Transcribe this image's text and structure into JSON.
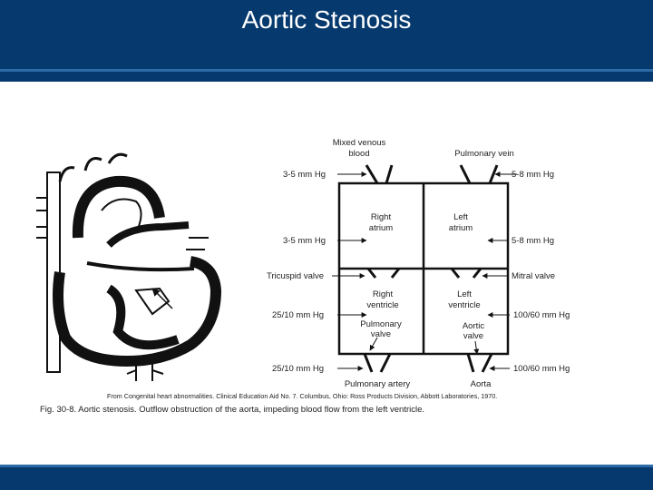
{
  "slide": {
    "title": "Aortic Stenosis"
  },
  "diagram": {
    "labels": {
      "mixed_venous_line1": "Mixed venous",
      "mixed_venous_line2": "blood",
      "pulmonary_vein": "Pulmonary vein",
      "pressure_top_left": "3-5 mm Hg",
      "pressure_top_right": "5-8 mm Hg",
      "right_atrium_line1": "Right",
      "right_atrium_line2": "atrium",
      "left_atrium_line1": "Left",
      "left_atrium_line2": "atrium",
      "pressure_ra": "3-5 mm Hg",
      "pressure_la": "5-8 mm Hg",
      "tricuspid_valve": "Tricuspid valve",
      "mitral_valve": "Mitral valve",
      "right_ventricle_line1": "Right",
      "right_ventricle_line2": "ventricle",
      "left_ventricle_line1": "Left",
      "left_ventricle_line2": "ventricle",
      "pressure_rv": "25/10 mm Hg",
      "pressure_lv": "100/60 mm Hg",
      "pulmonary_valve_line1": "Pulmonary",
      "pulmonary_valve_line2": "valve",
      "aortic_valve_line1": "Aortic",
      "aortic_valve_line2": "valve",
      "pressure_pa": "25/10 mm Hg",
      "pressure_aorta": "100/60 mm Hg",
      "pulmonary_artery": "Pulmonary artery",
      "aorta": "Aorta"
    },
    "citation": "From Congenital heart abnormalities. Clinical Education Aid No. 7. Columbus, Ohio: Ross Products Division, Abbott Laboratories, 1970.",
    "caption": "Fig. 30-8. Aortic stenosis. Outflow obstruction of the aorta, impeding blood flow from the left ventricle."
  }
}
